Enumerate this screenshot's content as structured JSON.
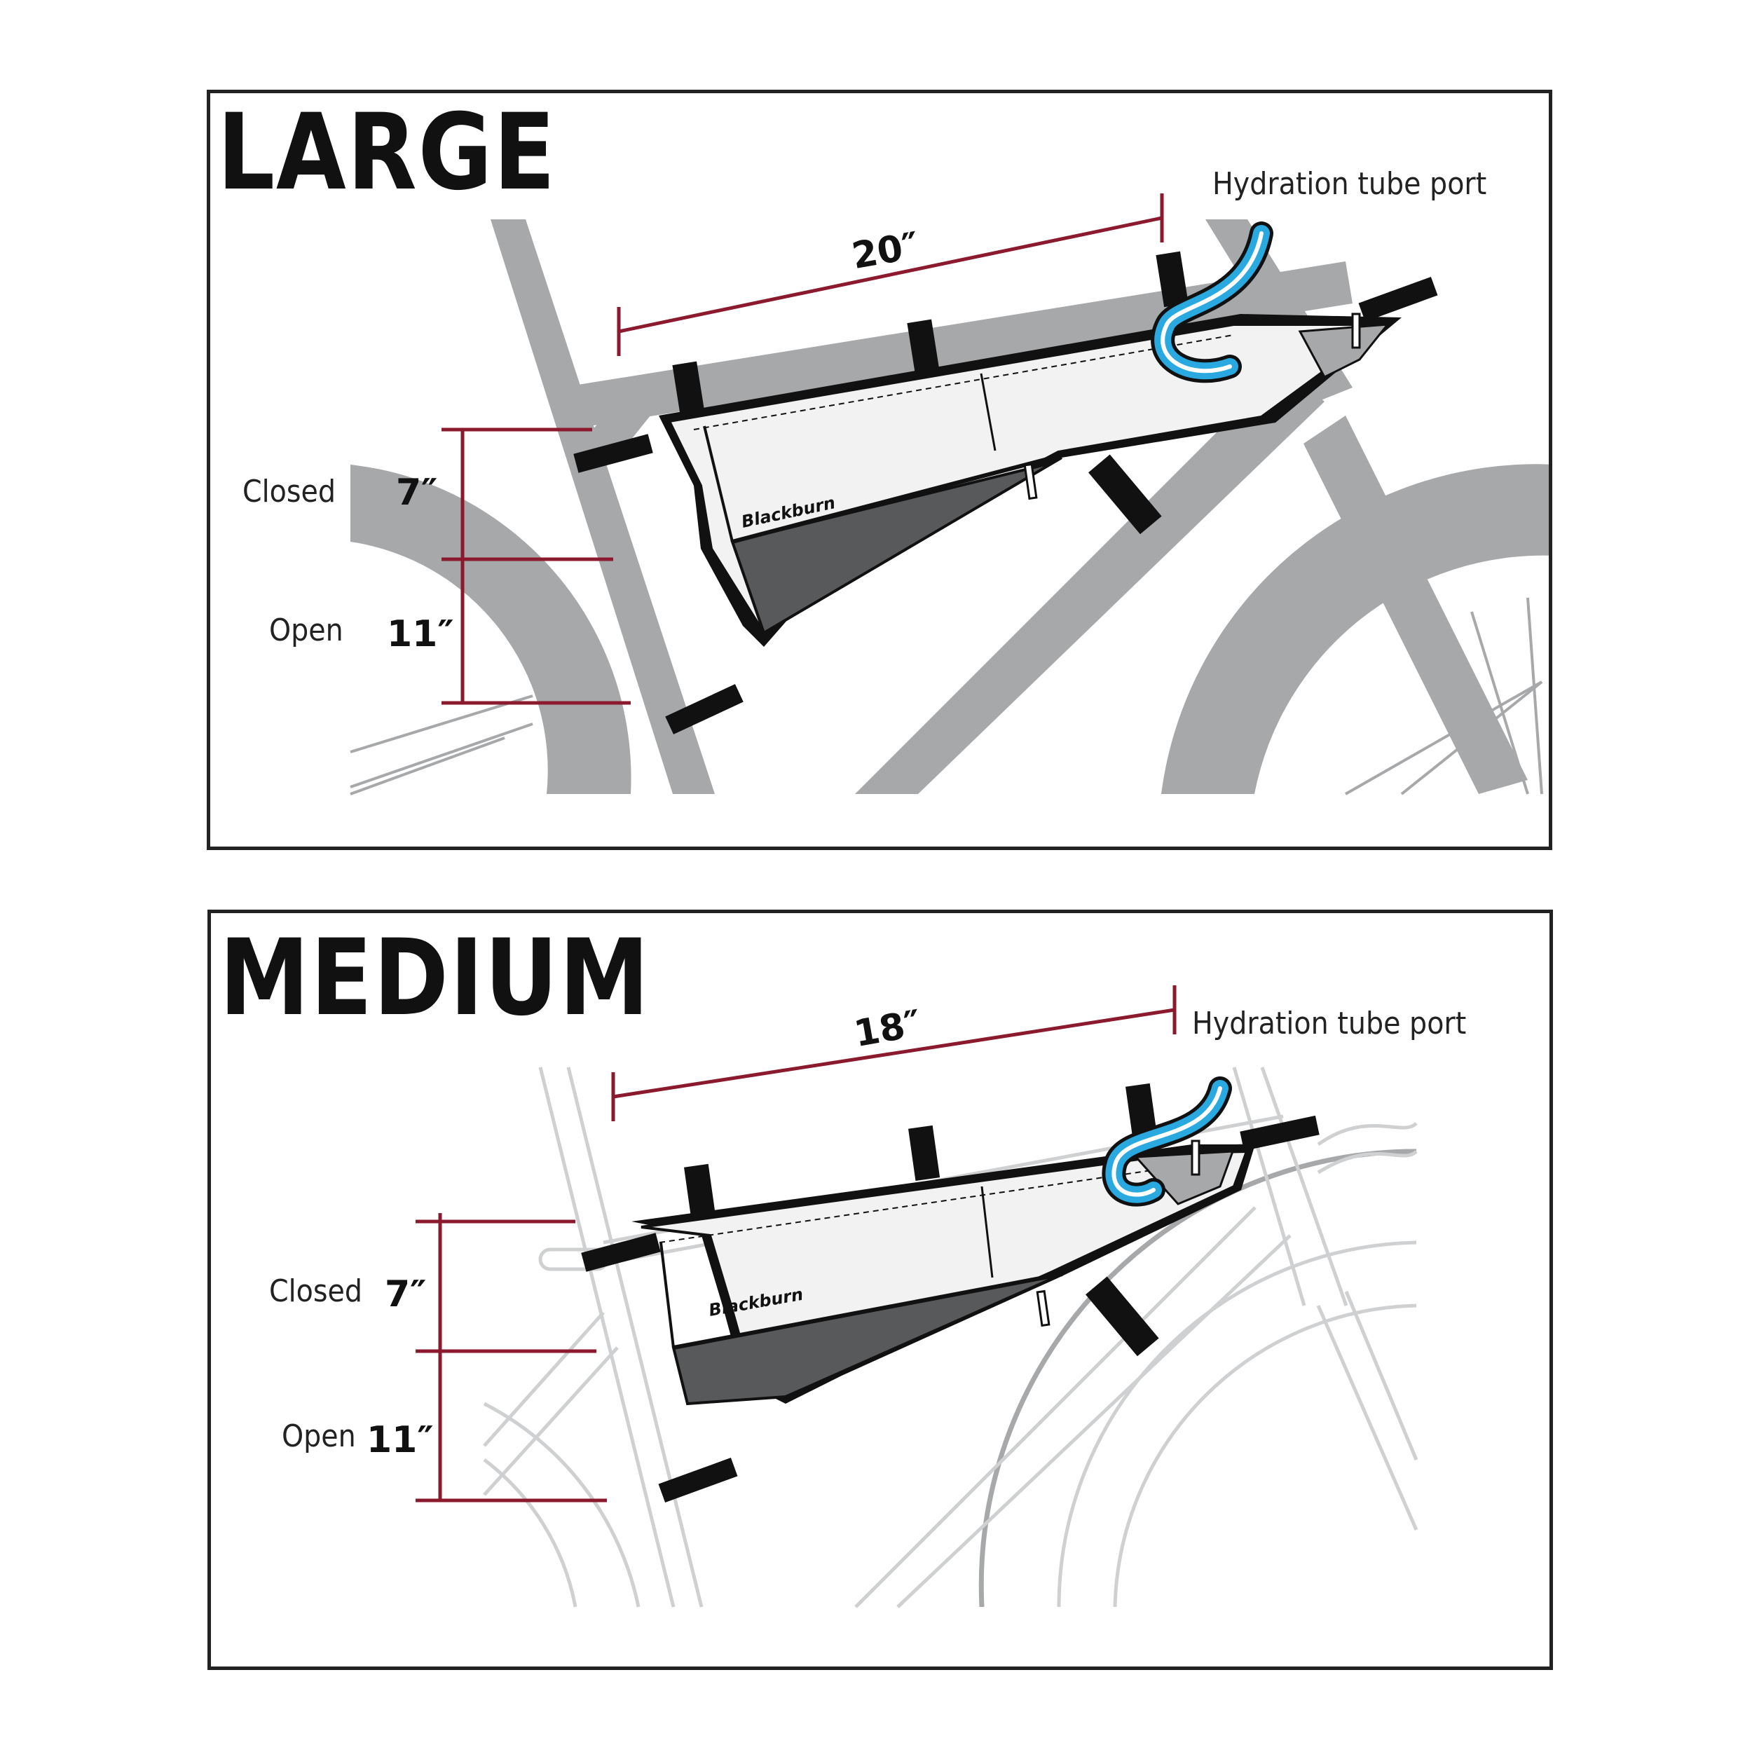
{
  "colors": {
    "frame": "#a7a8aa",
    "dimension": "#8b1a2e",
    "hydration_tube": "#29a9e0",
    "bag_body": "#f2f2f2",
    "bag_expansion": "#58595b",
    "strap": "#111111"
  },
  "panels": [
    {
      "size": "LARGE",
      "length_value": "20″",
      "hydration_label": "Hydration tube port",
      "closed_label": "Closed",
      "closed_value": "7″",
      "open_label": "Open",
      "open_value": "11″",
      "brand": "Blackburn",
      "frame_style": "solid"
    },
    {
      "size": "MEDIUM",
      "length_value": "18″",
      "hydration_label": "Hydration tube port",
      "closed_label": "Closed",
      "closed_value": "7″",
      "open_label": "Open",
      "open_value": "11″",
      "brand": "Blackburn",
      "frame_style": "outline"
    }
  ]
}
